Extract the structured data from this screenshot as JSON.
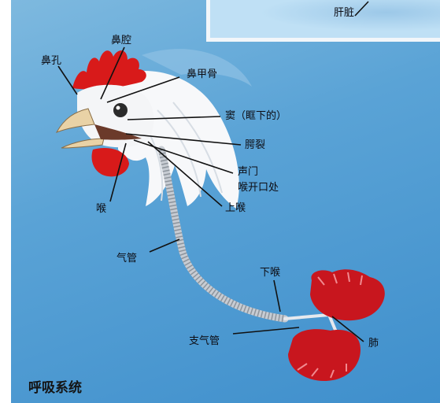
{
  "title": "呼吸系统",
  "labels": {
    "liver": "肝脏",
    "nostril": "鼻孔",
    "nasal_cavity": "鼻腔",
    "turbinate": "鼻甲骨",
    "sinus": "窦（眶下的）",
    "palatal_cleft": "腭裂",
    "glottis": "声门",
    "larynx_opening": "喉开口处",
    "upper_larynx": "上喉",
    "larynx": "喉",
    "trachea": "气管",
    "lower_larynx": "下喉",
    "bronchi": "支气管",
    "lungs": "肺"
  },
  "colors": {
    "background": "#4f9bd3",
    "comb": "#d81a1a",
    "lung": "#c8161e",
    "feather": "#f7f8fa",
    "beak": "#e9d2a6"
  }
}
